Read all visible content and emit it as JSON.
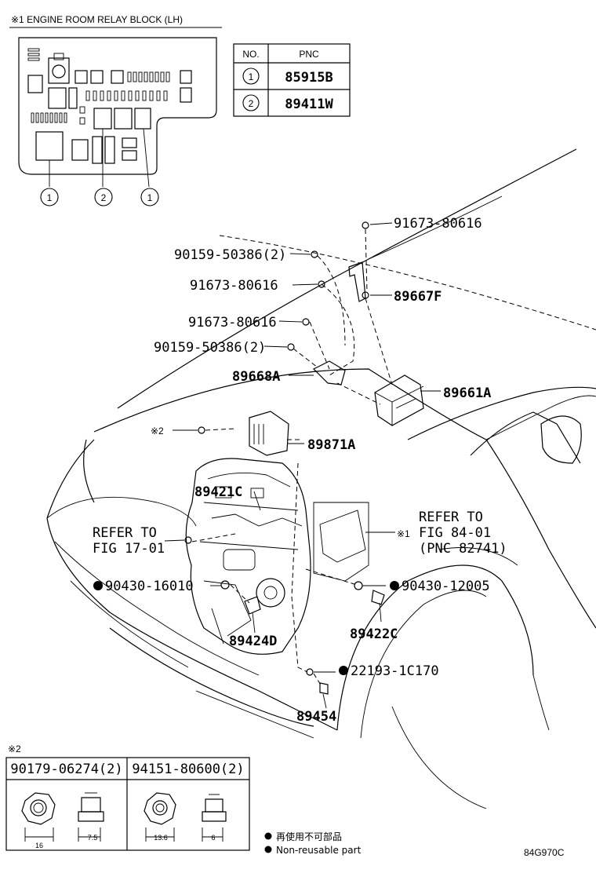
{
  "header": {
    "title": "※1 ENGINE ROOM RELAY BLOCK (LH)"
  },
  "pnc_table": {
    "col_no": "NO.",
    "col_pnc": "PNC",
    "rows": [
      {
        "no": "1",
        "pnc": "85915B"
      },
      {
        "no": "2",
        "pnc": "89411W"
      }
    ]
  },
  "relay_block": {
    "callouts": [
      "1",
      "2",
      "1"
    ]
  },
  "parts": {
    "p1": "91673-80616",
    "p2": "90159-50386(2)",
    "p3": "91673-80616",
    "p4": "89667F",
    "p5": "91673-80616",
    "p6": "90159-50386(2)",
    "p7": "89668A",
    "p8": "89661A",
    "p9": "※2",
    "p10": "89871A",
    "p11": "89421C",
    "p12": "90430-16010",
    "p13": "89424D",
    "p14": "90430-12005",
    "p15": "89422C",
    "p16": "22193-1C170",
    "p17": "89454"
  },
  "refer_left": {
    "line1": "REFER TO",
    "line2": "FIG 17-01"
  },
  "refer_right": {
    "line1": "REFER TO",
    "line2": "FIG 84-01",
    "line3": "(PNC 82741)",
    "mark": "※1"
  },
  "footnote": {
    "mark": "※2",
    "col1": "90179-06274(2)",
    "col2": "94151-80600(2)",
    "dims": [
      "16",
      "7.5",
      "13.6",
      "6"
    ]
  },
  "legend": {
    "line1": "再使用不可部品",
    "line2": "Non-reusable part"
  },
  "figure_code": "84G970C"
}
